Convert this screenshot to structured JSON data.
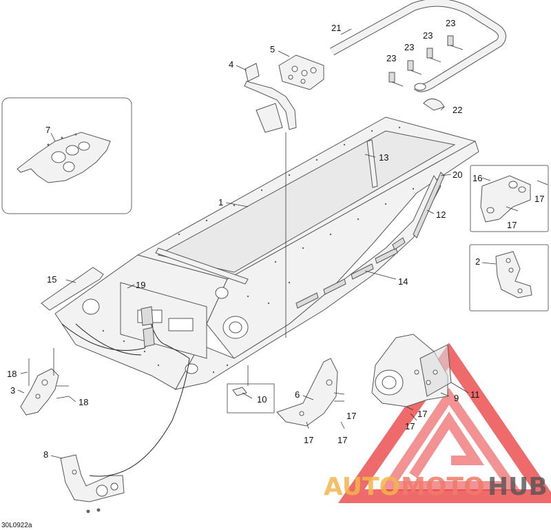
{
  "diagram": {
    "drawing_code": "30L0922a",
    "callouts": {
      "c1": "1",
      "c2": "2",
      "c3": "3",
      "c4": "4",
      "c5": "5",
      "c6": "6",
      "c7": "7",
      "c8": "8",
      "c9": "9",
      "c10": "10",
      "c11": "11",
      "c12": "12",
      "c13": "13",
      "c14": "14",
      "c15": "15",
      "c16": "16",
      "c17a": "17",
      "c17b": "17",
      "c17c": "17",
      "c17d": "17",
      "c17e": "17",
      "c17f": "17",
      "c17g": "17",
      "c18a": "18",
      "c18b": "18",
      "c19": "19",
      "c20": "20",
      "c21": "21",
      "c22": "22",
      "c23a": "23",
      "c23b": "23",
      "c23c": "23",
      "c23d": "23"
    }
  },
  "watermark": {
    "part1": "AUTO",
    "part2": "MOTO",
    "part3": "HUB",
    "colors": {
      "triangle": "#e8383a",
      "auto": "#f2b54a",
      "moto": "#f07a6a",
      "hub": "#555555"
    }
  }
}
